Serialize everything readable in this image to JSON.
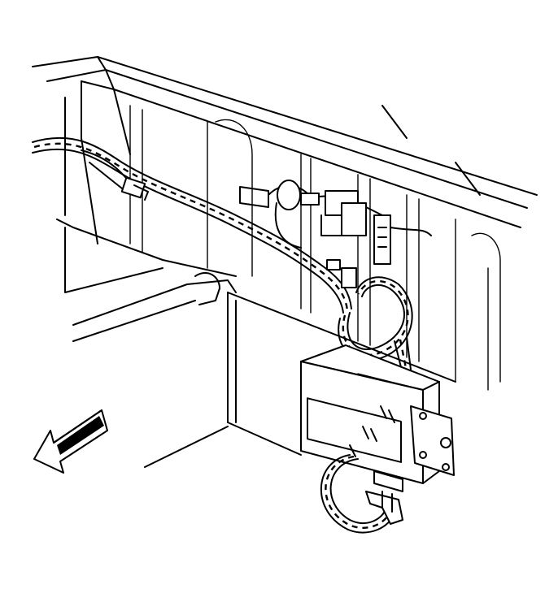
{
  "figure": {
    "colors": {
      "line": "#000000",
      "background": "#ffffff"
    },
    "components": [
      {
        "id": "upper-body-panel",
        "label": ""
      },
      {
        "id": "wiring-harness",
        "label": ""
      },
      {
        "id": "control-module",
        "label": ""
      },
      {
        "id": "mounting-bracket",
        "label": ""
      },
      {
        "id": "harness-connector",
        "label": ""
      },
      {
        "id": "direction-arrow",
        "label": ""
      }
    ]
  }
}
